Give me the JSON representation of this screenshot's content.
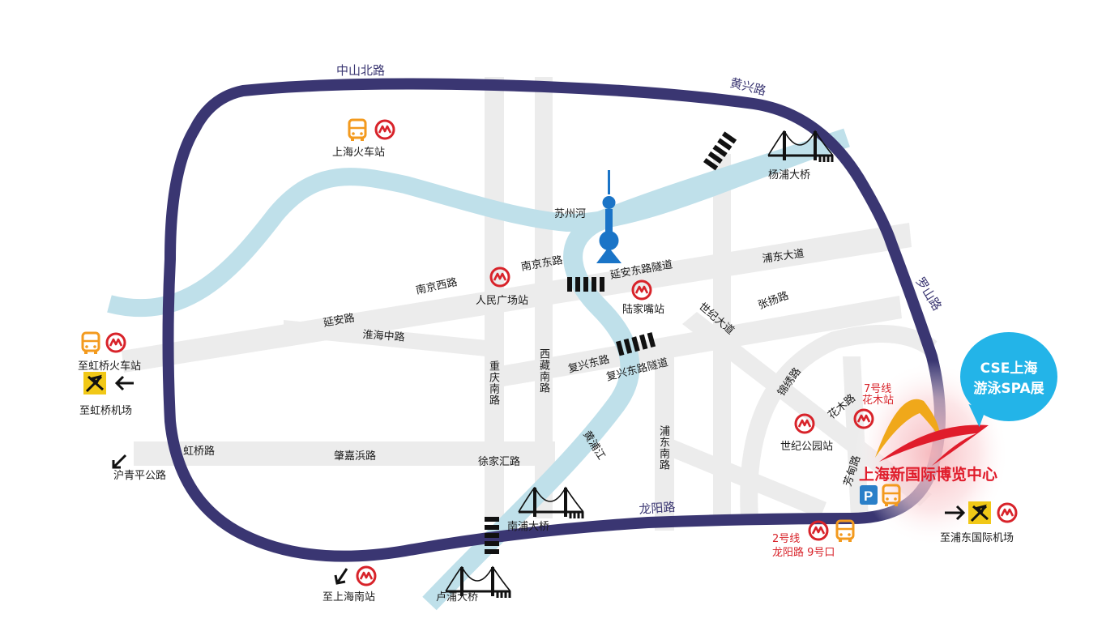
{
  "ring_roads": {
    "north": "中山北路",
    "northeast": "黄兴路",
    "east": "罗山路",
    "south": "龙阳路"
  },
  "roads": {
    "suzhou_river": "苏州河",
    "nanjing_east": "南京东路",
    "nanjing_west": "南京西路",
    "yanan_tunnel": "延安东路隧道",
    "pudong_avenue": "浦东大道",
    "yanan": "延安路",
    "huaihai": "淮海中路",
    "zhangyang": "张扬路",
    "century_avenue": "世纪大道",
    "fuxing_east": "复兴东路",
    "fuxing_tunnel": "复兴东路隧道",
    "chongqing_south": "重庆南路",
    "xizang_south": "西藏南路",
    "huangpu_river": "黄浦江",
    "pudong_south": "浦东南路",
    "jinxiu": "锦绣路",
    "huamu": "花木路",
    "fangdian": "芳甸路",
    "hongqiao": "虹桥路",
    "zhaojiabang": "肇嘉浜路",
    "xujiahui": "徐家汇路"
  },
  "places": {
    "shanghai_railway": "上海火车站",
    "peoples_square": "人民广场站",
    "lujiazui": "陆家嘴站",
    "century_park": "世纪公园站",
    "metro7_line": "7号线",
    "metro7_station": "花木站",
    "metro2_line": "2号线",
    "metro2_station": "龙阳路  9号口",
    "to_hongqiao_rail": "至虹桥火车站",
    "to_hongqiao_airport": "至虹桥机场",
    "huqingping": "沪青平公路",
    "to_south_station": "至上海南站",
    "to_pudong_airport": "至浦东国际机场"
  },
  "bridges": {
    "yangpu": "杨浦大桥",
    "nanpu": "南浦大桥",
    "lupu": "卢浦大桥"
  },
  "venue": {
    "name": "上海新国际博览中心",
    "callout_line1": "CSE上海",
    "callout_line2": "游泳SPA展"
  },
  "colors": {
    "ring": "#3a3672",
    "river": "#bfe0ea",
    "road": "#ececec",
    "metro": "#d8232a",
    "bus": "#f39a1e",
    "airport": "#f1c817",
    "callout": "#23b4e8",
    "venue": "#e01c2b",
    "tower": "#1a74c7",
    "parking": "#2a7fc8"
  }
}
